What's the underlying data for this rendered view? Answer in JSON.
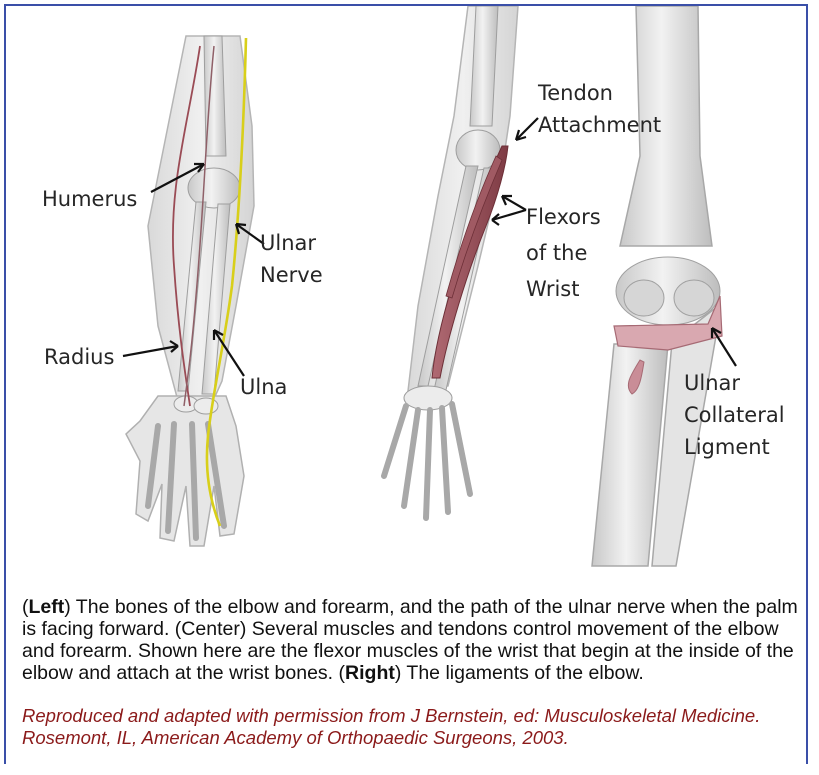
{
  "labels": {
    "humerus": "Humerus",
    "ulnar_nerve_1": "Ulnar",
    "ulnar_nerve_2": "Nerve",
    "radius": "Radius",
    "ulna": "Ulna",
    "tendon_1": "Tendon",
    "tendon_2": "Attachment",
    "flexors_1": "Flexors",
    "flexors_2": "of the",
    "flexors_3": "Wrist",
    "ucl_1": "Ulnar",
    "ucl_2": "Collateral",
    "ucl_3": "Ligment"
  },
  "caption": {
    "left_bold": "Left",
    "part1": ") The bones of the elbow and forearm, and the path of the ulnar nerve when the palm is facing forward. (Center) Several muscles and tendons control movement of the elbow and forearm. Shown here are the flexor muscles of the wrist that begin at the inside of the elbow and attach at the wrist bones. (",
    "right_bold": "Right",
    "part2": ") The ligaments of the elbow."
  },
  "credit": "Reproduced and adapted with permission from J Bernstein, ed: Musculoskeletal Medicine. Rosemont, IL, American Academy of Orthopaedic Surgeons, 2003.",
  "colors": {
    "frame": "#3a4fa8",
    "nerve": "#d8cf1a",
    "muscle": "#9a4b55",
    "bone": "#dcdcdc",
    "credit": "#8b1a1a"
  }
}
